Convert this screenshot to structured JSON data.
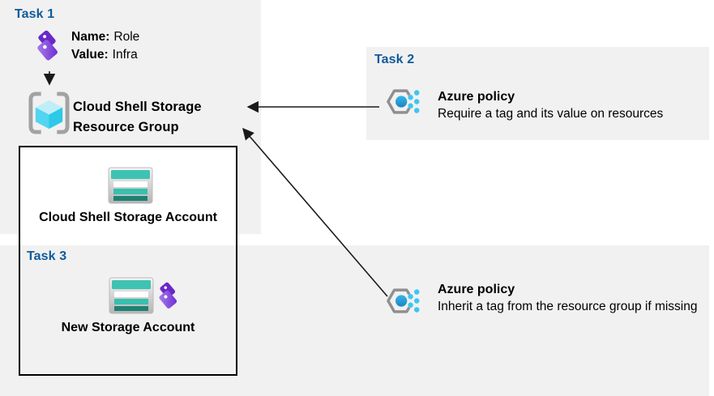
{
  "task1": {
    "label": "Task 1",
    "tag_name_label": "Name:",
    "tag_name_value": "Role",
    "tag_value_label": "Value:",
    "tag_value_value": "Infra",
    "resource_group_line1": "Cloud Shell Storage",
    "resource_group_line2": "Resource Group"
  },
  "storage_box": {
    "account_label": "Cloud Shell Storage Account"
  },
  "task3": {
    "label": "Task 3",
    "account_label": "New Storage Account"
  },
  "task2": {
    "label": "Task 2",
    "policy_title": "Azure policy",
    "policy_desc": "Require a tag and its value on resources"
  },
  "inherit_policy": {
    "title": "Azure policy",
    "desc": "Inherit a tag from the resource group if missing"
  },
  "icons": {
    "tag": "tag-icon",
    "resource_group": "resource-group-icon",
    "storage_account": "storage-account-icon",
    "azure_policy": "azure-policy-icon"
  },
  "colors": {
    "region_bg": "#f1f1f1",
    "task_label": "#0f5b9b",
    "text": "#000000",
    "arrow": "#1a1a1a",
    "box_border": "#000000",
    "tag_purple": "#7a3bd6",
    "storage_teal": "#3ec3b3",
    "storage_teal_dark": "#1e8173",
    "policy_circle_blue": "#24a3dc",
    "policy_dot_cyan": "#3cc7f0",
    "cube_top": "#bfeef9",
    "cube_left": "#52d5f0",
    "cube_right": "#2cc9e9",
    "bracket_gray": "#a2a2a2"
  }
}
